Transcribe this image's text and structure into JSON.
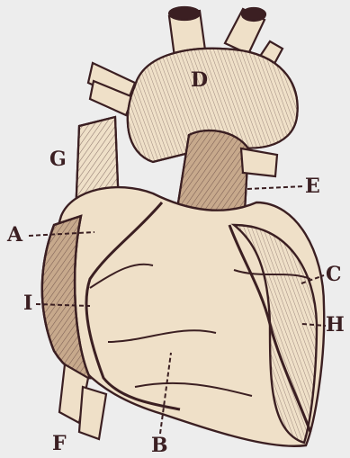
{
  "labels": {
    "A": "A",
    "B": "B",
    "C": "C",
    "D": "D",
    "E": "E",
    "F": "F",
    "G": "G",
    "H": "H",
    "I": "I"
  },
  "colors": {
    "background": "#ededed",
    "ink": "#3b1f22",
    "flesh": "#efe0c8",
    "shade": "#c7a98c"
  }
}
